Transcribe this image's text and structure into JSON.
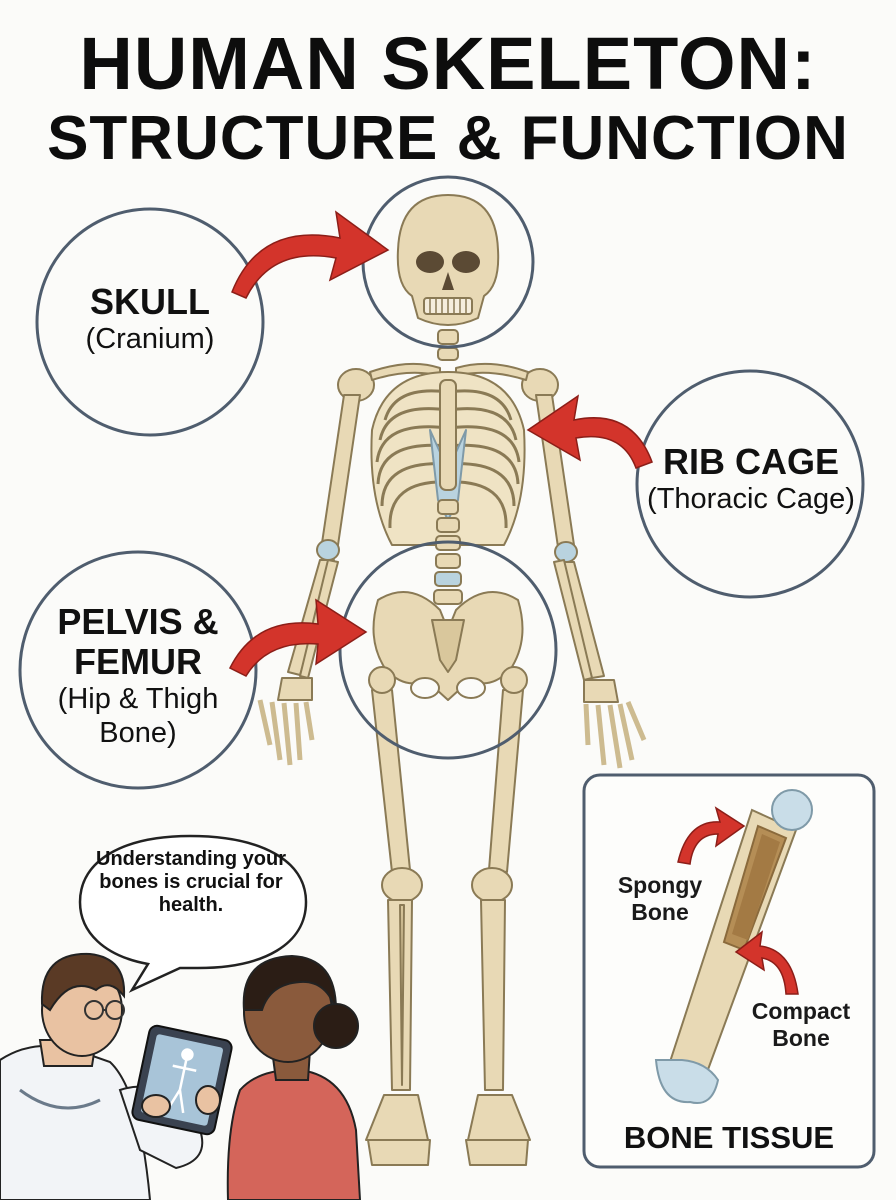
{
  "title": {
    "line1": "HUMAN SKELETON:",
    "line2": "STRUCTURE & FUNCTION"
  },
  "callouts": {
    "skull": {
      "main": "SKULL",
      "sub": "(Cranium)"
    },
    "rib_cage": {
      "main": "RIB CAGE",
      "sub": "(Thoracic Cage)"
    },
    "pelvis": {
      "main1": "PELVIS &",
      "main2": "FEMUR",
      "sub1": "(Hip & Thigh",
      "sub2": "Bone)"
    }
  },
  "speech": "Understanding your bones is crucial for health.",
  "inset": {
    "title": "BONE TISSUE",
    "spongy": {
      "line1": "Spongy",
      "line2": "Bone"
    },
    "compact": {
      "line1": "Compact",
      "line2": "Bone"
    }
  },
  "colors": {
    "bone": "#e8d9b5",
    "bone_outline": "#8a7a55",
    "cartilage": "#b9d3df",
    "circle_stroke": "#4f5d6e",
    "arrow_red": "#d3342b",
    "doctor_coat": "#f2f4f7",
    "patient_shirt": "#d4655a",
    "hair_brown": "#5a3a25",
    "hair_dark": "#2b1d15"
  }
}
